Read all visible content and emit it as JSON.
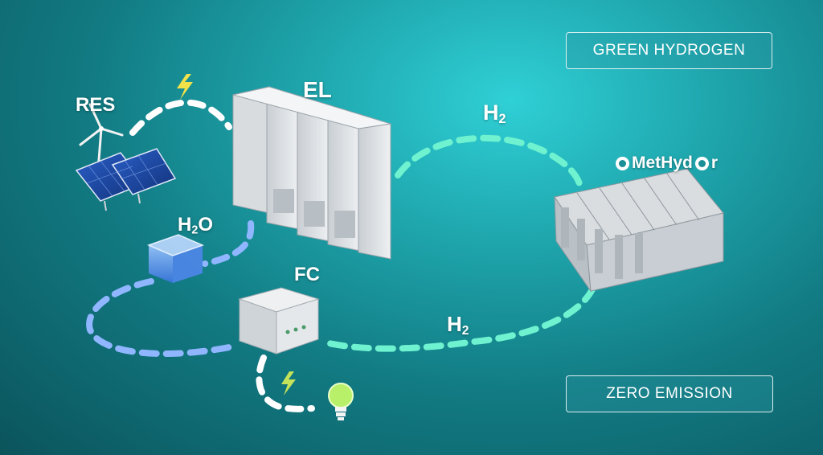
{
  "badges": {
    "top": "GREEN HYDROGEN",
    "bottom": "ZERO EMISSION"
  },
  "labels": {
    "res": "RES",
    "el": "EL",
    "h2_upper": {
      "base": "H",
      "sub": "2"
    },
    "h2o": {
      "base": "H",
      "sub": "2",
      "tail": "O"
    },
    "fc": "FC",
    "h2_lower": {
      "base": "H",
      "sub": "2"
    }
  },
  "brand": {
    "name": "MetHyd",
    "tail": "r",
    "logo_icon": "methydor-logo-icon"
  },
  "icons": {
    "upper_bolt": "lightning-bolt-icon",
    "lower_bolt": "lightning-bolt-icon",
    "bulb": "light-bulb-icon"
  },
  "colors": {
    "power_line": "#ffffff",
    "hydrogen_line": "#6ff2cf",
    "water_line": "#8fb6ff",
    "bolt": "#f2e24a",
    "bulb": "#b8f06a"
  }
}
